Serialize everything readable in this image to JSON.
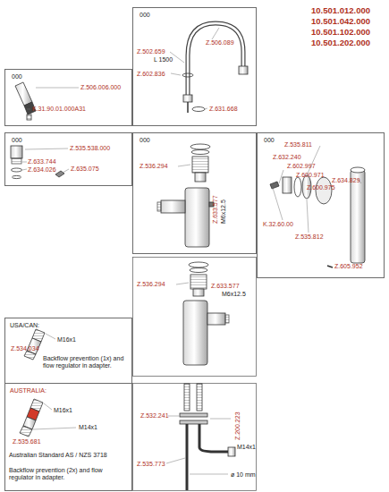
{
  "diagram": {
    "nodes": [
      {
        "text": [
          "000"
        ]
      },
      {
        "text": [
          "000"
        ]
      },
      {
        "text": [
          "000"
        ]
      },
      {
        "text": [
          "000"
        ]
      },
      {
        "text": [
          "000"
        ]
      },
      {
        "text": [
          "USA/CAN:"
        ]
      },
      {
        "text": [
          "AUSTRALIA:"
        ]
      }
    ],
    "labels": [
      "10.501.012.000",
      "10.501.042.000",
      "10.501.102.000",
      "10.501.202.000",
      "Z.502.659",
      "L 1500",
      "Z.506.089",
      "Z.602.836",
      "Z.631.668",
      "Z.506.006.000",
      "K.31.90.01.000A31",
      "Z.535.538.000",
      "Z.633.744",
      "Z.634.026",
      "Z.635.075",
      "Z.536.294",
      "Z.633.577",
      "M6x12.5",
      "Z.535.811",
      "Z.632.240",
      "Z.602.997",
      "Z.634.829",
      "Z.600.971",
      "Z.600.975",
      "K.32.60.00",
      "Z.535.812",
      "Z.605.952",
      "Z.536.294",
      "Z.633.577",
      "M6x12.5",
      "M16x1",
      "Z.534.034",
      "Backflow prevention (1x) and flow regulator in adapter.",
      "M16x1",
      "M14x1",
      "Z.535.681",
      "Australian Standard AS / NZS 3718",
      "Backflow prevention (2x) and flow regulator in adapter.",
      "Z.532.241",
      "Z.200.223",
      "M14x1",
      "Z.535.773",
      "ø 10 mm"
    ]
  }
}
